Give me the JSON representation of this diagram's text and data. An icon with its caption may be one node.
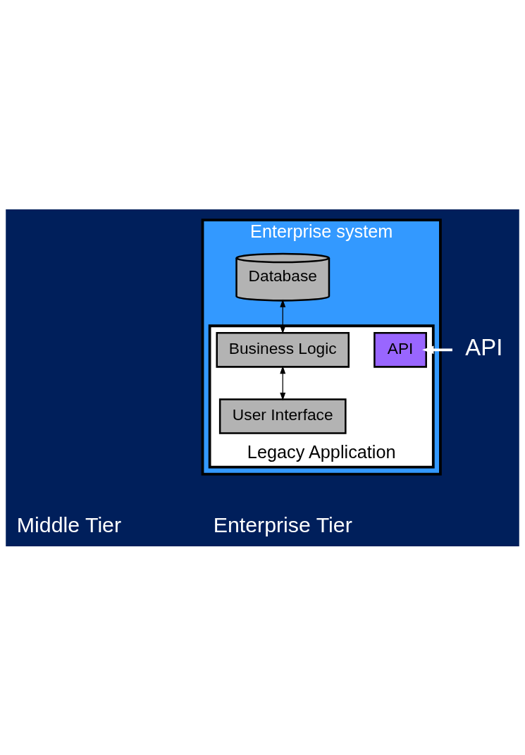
{
  "diagram": {
    "nodes": [
      {
        "text": [
          "Enterprise system"
        ]
      },
      {
        "text": [
          "Database"
        ],
        "in": 0
      },
      {
        "text": [
          "Legacy Application"
        ],
        "in": 0
      },
      {
        "text": [
          "API"
        ],
        "in": 2
      },
      {
        "text": [
          "Business Logic"
        ],
        "in": 2
      },
      {
        "text": [
          "User Interface"
        ],
        "in": 2
      },
      {
        "text": [
          "API"
        ]
      }
    ],
    "edges": [
      {
        "from": 1,
        "to": 4,
        "arrow": "both"
      },
      {
        "from": 4,
        "to": 5,
        "arrow": "both"
      },
      {
        "from": 6,
        "to": 3,
        "arrow": "to",
        "color": "#ffffff",
        "style": "thick"
      }
    ],
    "labels": [
      "Middle Tier",
      "Enterprise Tier"
    ]
  }
}
